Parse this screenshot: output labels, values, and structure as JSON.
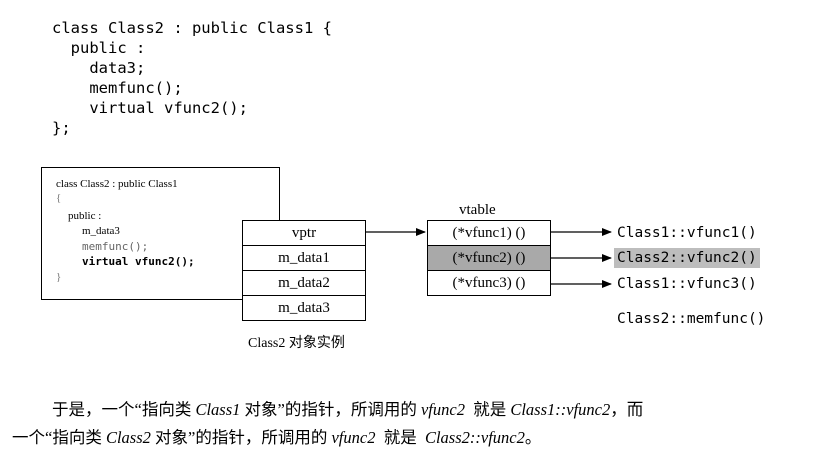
{
  "code": {
    "lines": [
      "class Class2 : public Class1 {",
      "  public :",
      "    data3;",
      "    memfunc();",
      "    virtual vfunc2();",
      "};"
    ]
  },
  "class_box": {
    "lines": [
      "class Class2 : public Class1",
      "{",
      "public :",
      "m_data3",
      "memfunc();",
      "virtual vfunc2();",
      "}"
    ]
  },
  "object": {
    "cells": [
      "vptr",
      "m_data1",
      "m_data2",
      "m_data3"
    ],
    "caption": "Class2 对象实例"
  },
  "vtable": {
    "title": "vtable",
    "entries": [
      "(*vfunc1) ()",
      "(*vfunc2) ()",
      "(*vfunc3) ()"
    ],
    "highlighted_index": 1
  },
  "targets": {
    "items": [
      "Class1::vfunc1()",
      "Class2::vfunc2()",
      "Class1::vfunc3()"
    ],
    "highlighted_index": 1,
    "extra": "Class2::memfunc()"
  },
  "colors": {
    "highlight_cell": "#a9a9a9",
    "highlight_target": "#bdbdbd"
  },
  "bottom": {
    "line1": {
      "a": "于是，一个“指向类 ",
      "b": "Class1",
      "c": " 对象”的指针，所调用的 ",
      "d": "vfunc2",
      "e": "  就是 ",
      "f": "Class1::vfunc2",
      "g": "，而"
    },
    "line2": {
      "a": "一个“指向类 ",
      "b": "Class2",
      "c": " 对象”的指针，所调用的 ",
      "d": "vfunc2",
      "e": "  就是  ",
      "f": "Class2::vfunc2",
      "g": "。"
    }
  }
}
